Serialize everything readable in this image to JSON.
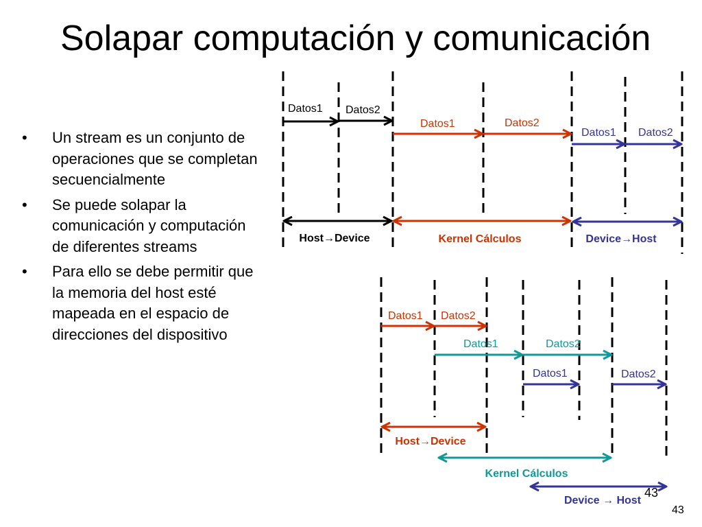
{
  "slide": {
    "title": "Solapar computación y comunicación",
    "page_number": "43",
    "page_number_overlay": "43"
  },
  "bullets": [
    "Un stream es un conjunto de operaciones que se completan secuencialmente",
    "Se puede solapar la comunicación y computación de diferentes streams",
    "Para ello se debe permitir que la memoria del host esté mapeada en el espacio de direcciones del dispositivo"
  ],
  "colors": {
    "black": "#000000",
    "orange": "#cc3300",
    "teal": "#119999",
    "navy": "#333399"
  },
  "top_diagram": {
    "data_labels": [
      {
        "text": "Datos1",
        "color": "black"
      },
      {
        "text": "Datos2",
        "color": "black"
      },
      {
        "text": "Datos1",
        "color": "orange"
      },
      {
        "text": "Datos2",
        "color": "orange"
      },
      {
        "text": "Datos1",
        "color": "navy"
      },
      {
        "text": "Datos2",
        "color": "navy"
      }
    ],
    "phases": [
      {
        "text": "Host→Device",
        "color": "black"
      },
      {
        "text": "Kernel Cálculos",
        "color": "orange"
      },
      {
        "text": "Device→Host",
        "color": "navy"
      }
    ]
  },
  "bottom_diagram": {
    "data_labels": [
      {
        "text": "Datos1",
        "color": "orange"
      },
      {
        "text": "Datos2",
        "color": "orange"
      },
      {
        "text": "Datos1",
        "color": "teal"
      },
      {
        "text": "Datos2",
        "color": "teal"
      },
      {
        "text": "Datos1",
        "color": "navy"
      },
      {
        "text": "Datos2",
        "color": "navy"
      }
    ],
    "phases": [
      {
        "text": "Host→Device",
        "color": "orange"
      },
      {
        "text": "Kernel Cálculos",
        "color": "teal"
      },
      {
        "text": "Device → Host",
        "color": "navy"
      }
    ]
  }
}
